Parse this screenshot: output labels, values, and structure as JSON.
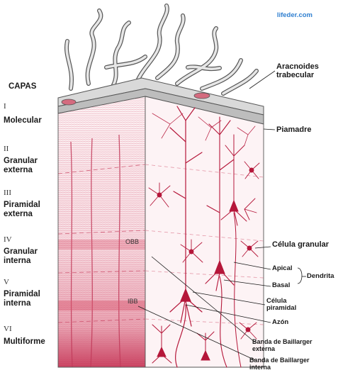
{
  "source": "lifeder.com",
  "left_title": "CAPAS",
  "layers": [
    {
      "num": "I",
      "name": "Molecular"
    },
    {
      "num": "II",
      "name": "Granular\nexterna"
    },
    {
      "num": "III",
      "name": "Piramidal\nexterna"
    },
    {
      "num": "IV",
      "name": "Granular\ninterna"
    },
    {
      "num": "V",
      "name": "Piramidal\ninterna"
    },
    {
      "num": "VI",
      "name": "Multiforme"
    }
  ],
  "side_labels": {
    "obb": "OBB",
    "ibb": "IBB"
  },
  "right_labels": {
    "aracnoides": "Aracnoides\ntrabecular",
    "piamadre": "Piamadre",
    "celula_granular": "Célula granular",
    "apical": "Apical",
    "basal": "Basal",
    "dendrita": "Dendrita",
    "celula_piramidal": "Célula\npiramidal",
    "azon": "Azón",
    "banda_externa": "Banda de Baillarger\nexterna",
    "banda_interna": "Banda de Baillarger\ninterna"
  },
  "colors": {
    "tissue": "#c4284a",
    "tissue_light": "#f6d6dd",
    "side_face": "#fbeef1",
    "membrane": "#d8d8d8"
  }
}
